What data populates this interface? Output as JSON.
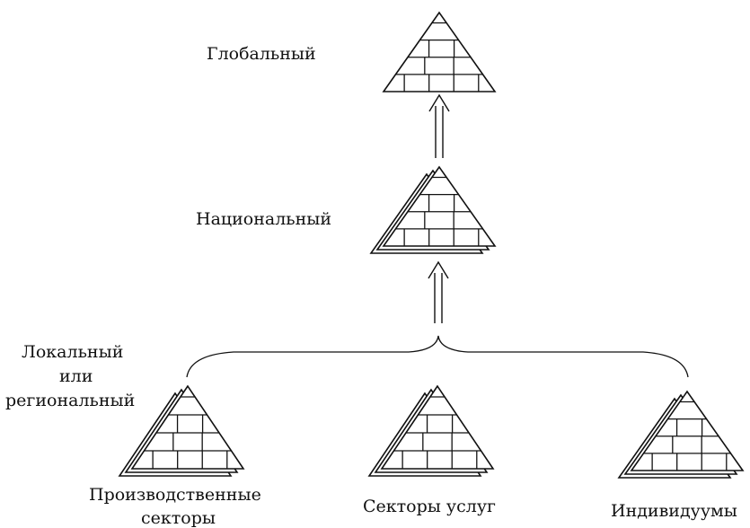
{
  "labels": {
    "global": "Глобальный",
    "national": "Национальный",
    "local_line1": "Локальный",
    "local_line2": "или",
    "local_line3": "региональный",
    "production_line1": "Производственные",
    "production_line2": "секторы",
    "services": "Секторы услуг",
    "individuals": "Индивидуумы"
  }
}
